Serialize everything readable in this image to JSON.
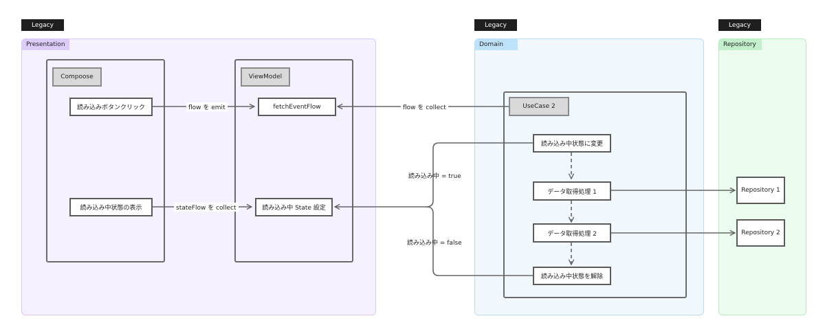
{
  "legacy_badges": [
    "Legacy",
    "Legacy",
    "Legacy"
  ],
  "sections": {
    "presentation": "Presentation",
    "domain": "Domain",
    "repository": "Repository"
  },
  "containers": {
    "compose": "Compoose",
    "viewmodel": "ViewModel",
    "usecase": "UseCase 2"
  },
  "nodes": {
    "load_button_click": "読み込みボタンクリック",
    "loading_display": "読み込み中状態の表示",
    "fetch_event_flow": "fetchEventFlow",
    "loading_state_set": "読み込み中 State 設定",
    "set_loading": "読み込み中状態に変更",
    "data_fetch_1": "データ取得処理 1",
    "data_fetch_2": "データ取得処理 2",
    "release_loading": "読み込み中状態を解除",
    "repository_1": "Repository 1",
    "repository_2": "Repository 2"
  },
  "edge_labels": {
    "flow_emit": "flow を emit",
    "state_flow_collect": "stateFlow を collect",
    "flow_collect": "flow を collect",
    "loading_true": "読み込み中 = true",
    "loading_false": "読み込み中 = false"
  },
  "colors": {
    "presentation_bg": "#f6f1fe",
    "presentation_border": "#d9c8fb",
    "presentation_label_bg": "#ddccfb",
    "domain_bg": "#f0f8fe",
    "domain_border": "#b9dcf6",
    "domain_label_bg": "#bfe2fb",
    "repository_bg": "#ebfbee",
    "repository_border": "#b4ecbf",
    "repository_label_bg": "#c1f0cb",
    "edge": "#666666"
  }
}
